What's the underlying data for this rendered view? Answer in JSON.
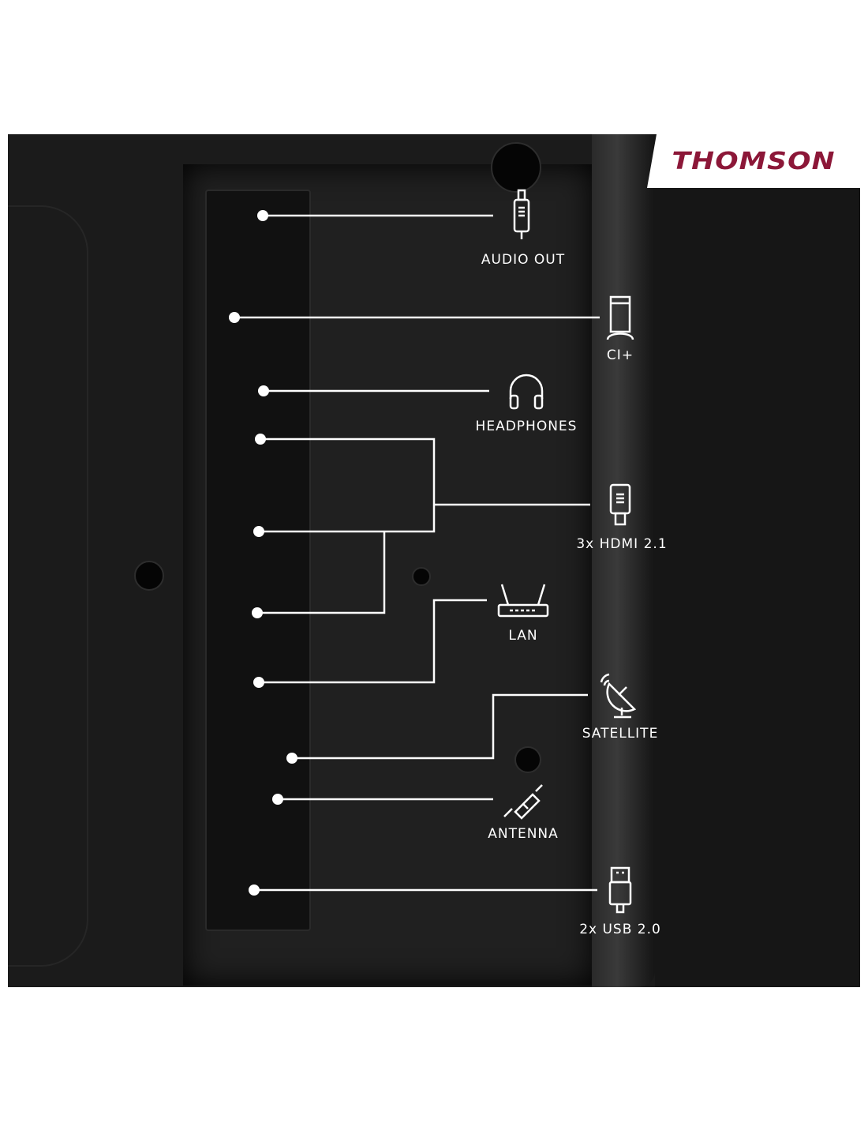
{
  "brand": "THOMSON",
  "brand_color": "#8c1738",
  "ports": [
    {
      "label": "AUDIO OUT",
      "icon": "optical-cable-icon"
    },
    {
      "label": "CI+",
      "icon": "ci-card-icon"
    },
    {
      "label": "HEADPHONES",
      "icon": "headphones-icon"
    },
    {
      "label": "3x HDMI 2.1",
      "icon": "hdmi-plug-icon"
    },
    {
      "label": "LAN",
      "icon": "router-icon"
    },
    {
      "label": "SATELLITE",
      "icon": "satellite-dish-icon"
    },
    {
      "label": "ANTENNA",
      "icon": "coax-plug-icon"
    },
    {
      "label": "2x USB 2.0",
      "icon": "usb-plug-icon"
    }
  ]
}
